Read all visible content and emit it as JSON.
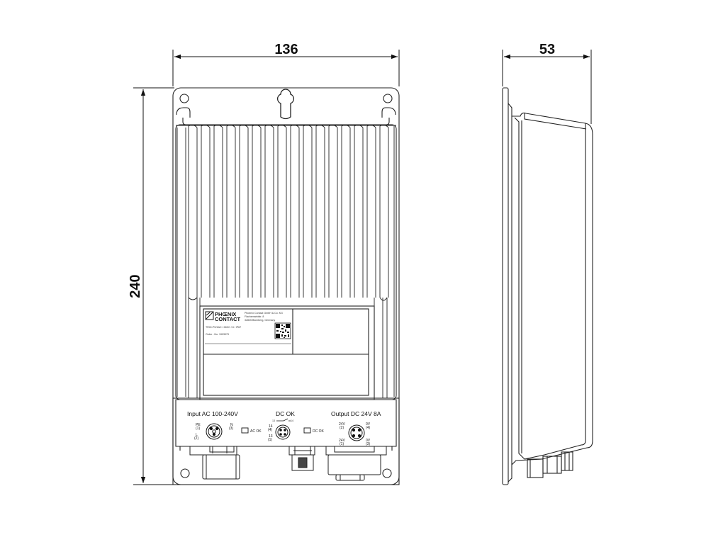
{
  "dimensions": {
    "width": "136",
    "height": "240",
    "depth": "53"
  },
  "label_plate": {
    "brand_line1": "PHŒNIX",
    "brand_line2": "CONTACT",
    "address_line1": "Phoenix Contact GmbH & Co. KG",
    "address_line2": "Flachsmarktstr. 8",
    "address_line3": "32825 Blomberg, Germany",
    "product": "TRIO-PS/1AC / 24DC / 8 / IP67",
    "order": "Order - No. 1903979"
  },
  "connector_panel": {
    "input_title": "Input AC 100-240V",
    "pin_pe": "PE",
    "pin_pe_num": "(1)",
    "pin_n": "N",
    "pin_n_num": "(3)",
    "pin_l": "L",
    "pin_l_num": "(2)",
    "ac_ok": "AC OK",
    "dc_ok_title": "DC OK",
    "dcok_pin14": "14",
    "dcok_pin14_num": "(4)",
    "dcok_pin13": "13",
    "dcok_pin13_num": "(1)",
    "dcok_switch_left": "13",
    "dcok_switch_right": "14",
    "dc_ok": "DC OK",
    "output_title": "Output DC 24V 8A",
    "out_24v_a": "24V",
    "out_24v_a_num": "(2)",
    "out_0v_a": "0V",
    "out_0v_a_num": "(4)",
    "out_24v_b": "24V",
    "out_24v_b_num": "(1)",
    "out_0v_b": "0V",
    "out_0v_b_num": "(3)"
  },
  "icons": [
    "keyhole-icon",
    "mounting-hole-icon",
    "qr-code-icon",
    "led-indicator-icon",
    "connector-socket-icon"
  ]
}
